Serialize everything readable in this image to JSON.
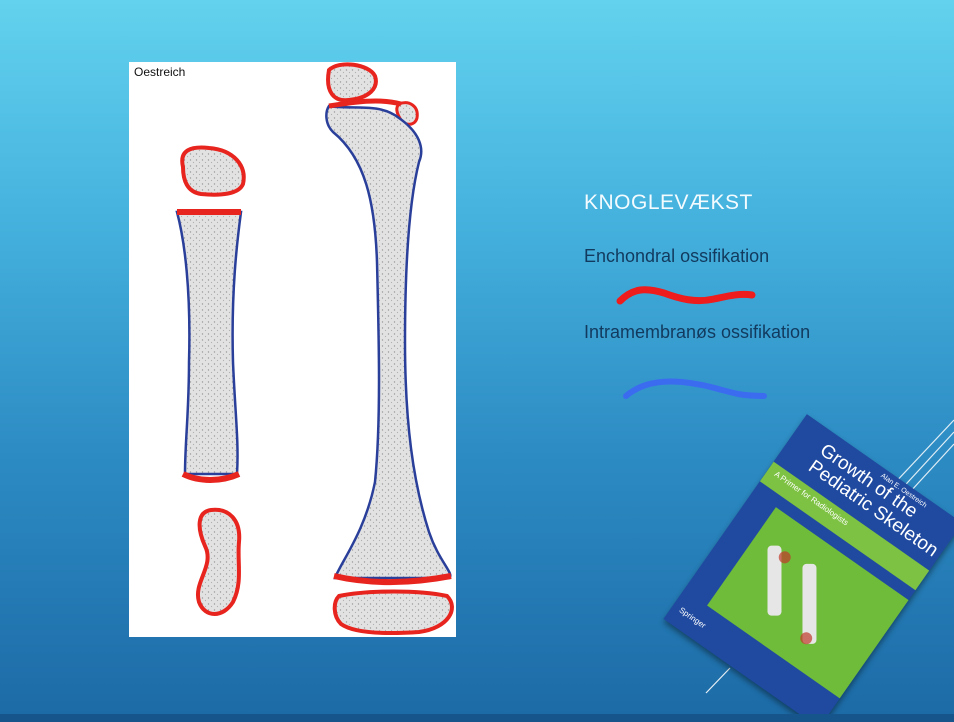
{
  "slide": {
    "title": "KNOGLEVÆKST",
    "items": [
      {
        "label": "Enchondral ossifikation",
        "stroke_color": "#ee1c1c"
      },
      {
        "label": "Intramembranøs ossifikation",
        "stroke_color": "#3b6cf0"
      }
    ]
  },
  "figure": {
    "credit": "Oestreich",
    "outline_colors": {
      "cartilage": "#e8241e",
      "bone": "#2a3f9a"
    }
  },
  "book": {
    "title": "Growth of the Pediatric Skeleton",
    "author": "Alan E. Oestreich",
    "subtitle": "A Primer for Radiologists",
    "publisher": "Springer"
  },
  "colors": {
    "accent_text": "#123a5e",
    "title_text": "#f4fbff"
  }
}
